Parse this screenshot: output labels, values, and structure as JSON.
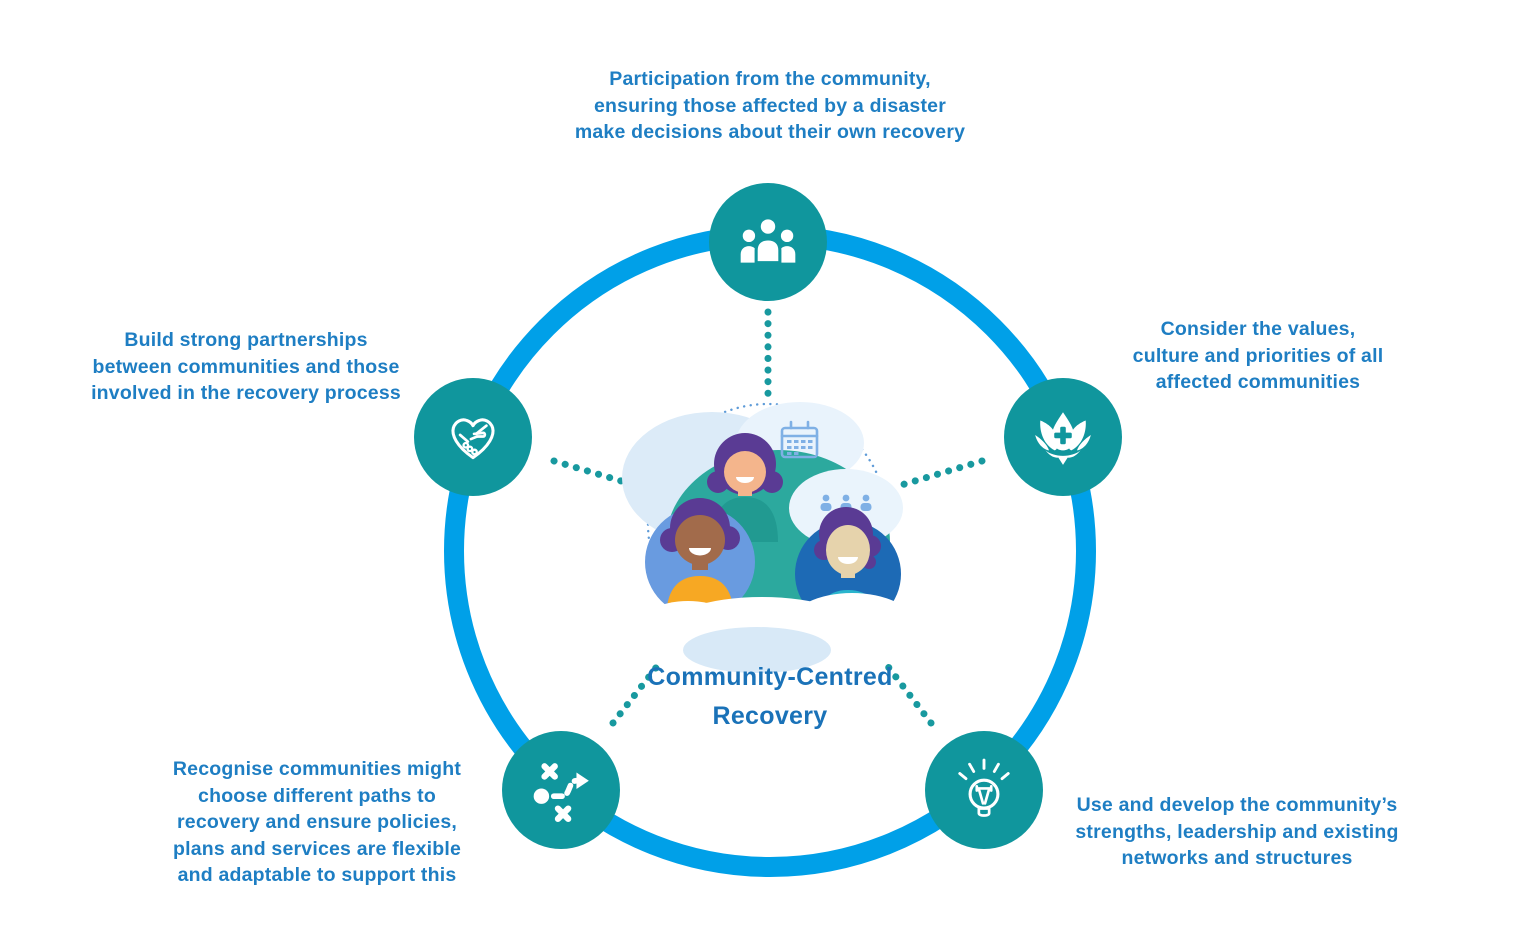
{
  "title": "Community-Centred\nRecovery",
  "colors": {
    "node_teal": "#10969D",
    "ring_blue": "#00A0E8",
    "label_blue": "#1E7EC3",
    "title_blue": "#1A72B8",
    "dotted_teal": "#18999F",
    "dotted_circle_blue": "#5E9BD8"
  },
  "nodes": [
    {
      "id": "participation",
      "icon": "group-people-icon",
      "label": "Participation from the community,\nensuring those affected by a disaster\nmake decisions about their own recovery"
    },
    {
      "id": "partnerships",
      "icon": "handshake-heart-icon",
      "label": "Build strong partnerships\nbetween communities and those\ninvolved in the recovery process"
    },
    {
      "id": "values",
      "icon": "lotus-health-icon",
      "label": "Consider the values,\nculture and priorities of all\naffected communities"
    },
    {
      "id": "paths",
      "icon": "strategy-path-icon",
      "label": "Recognise communities might\nchoose different paths to\nrecovery and ensure policies,\nplans and services are flexible\nand adaptable to support this"
    },
    {
      "id": "strengths",
      "icon": "lightbulb-icon",
      "label": "Use and develop the community’s\nstrengths, leadership and existing\nnetworks and structures"
    }
  ]
}
